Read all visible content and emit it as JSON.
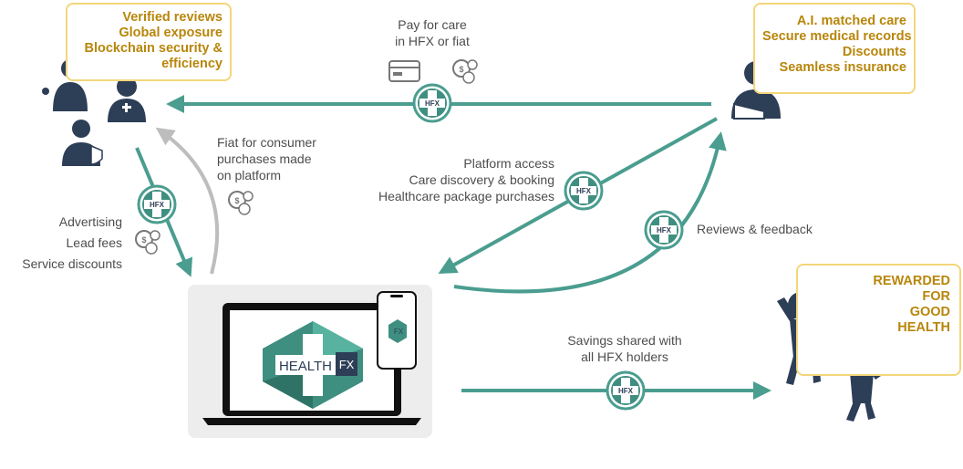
{
  "provider_benefits": [
    "Verified reviews",
    "Global exposure",
    "Blockchain security &",
    "efficiency"
  ],
  "consumer_benefits": [
    "A.I. matched care",
    "Secure medical records",
    "Discounts",
    "Seamless insurance"
  ],
  "rewarded_label": [
    "REWARDED",
    "FOR",
    "GOOD",
    "HEALTH"
  ],
  "pay_for_care": [
    "Pay for care",
    "in HFX or fiat"
  ],
  "fiat_purchases": [
    "Fiat for consumer",
    "purchases made",
    "on platform"
  ],
  "platform_access": [
    "Platform access",
    "Care discovery & booking",
    "Healthcare package purchases"
  ],
  "reviews_feedback": "Reviews & feedback",
  "provider_revenue": [
    "Advertising",
    "Lead fees",
    "Service discounts"
  ],
  "savings_shared": [
    "Savings shared with",
    "all HFX holders"
  ],
  "token_label": "HFX",
  "logo_text": {
    "main": "HEALTH",
    "suffix": "FX"
  },
  "colors": {
    "teal": "#4a9d8f",
    "gray_arrow": "#bdbdbd",
    "gold": "#b8860b",
    "navy": "#2d3e57",
    "box_border": "#f3d67c"
  },
  "icons": [
    "provider-group-icon",
    "patient-icon",
    "card-icon",
    "coins-icon",
    "laptop-icon",
    "phone-icon",
    "people-jumping-icon"
  ]
}
